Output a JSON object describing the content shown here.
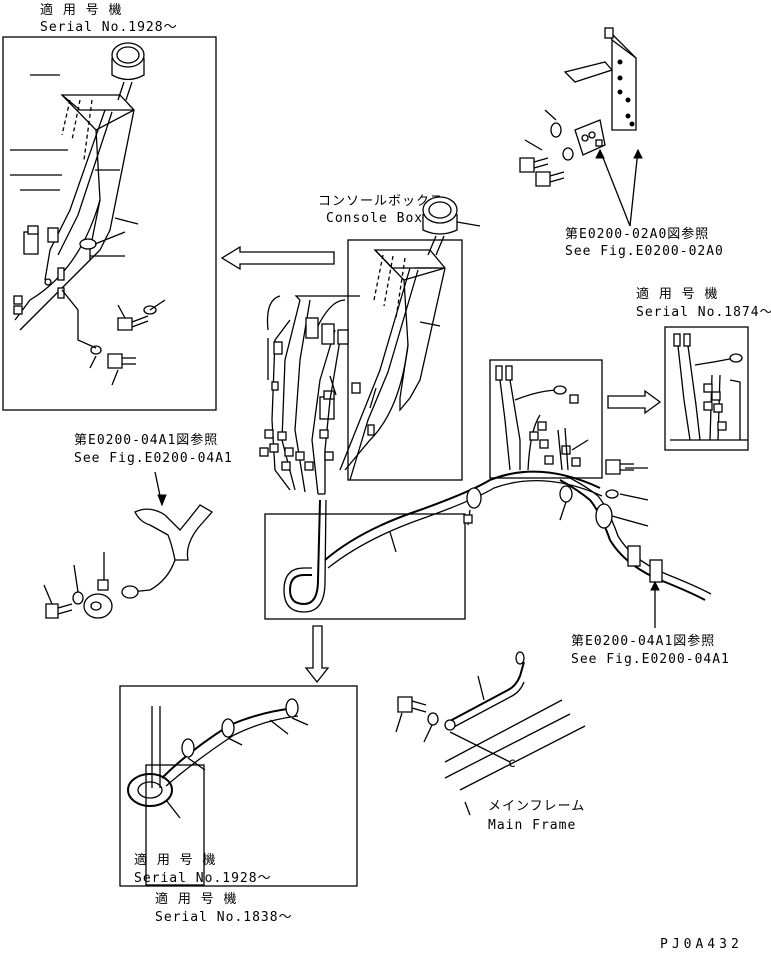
{
  "labels": {
    "serial_1928_top_jp": "適 用 号 機",
    "serial_1928_top_en": "Serial No.1928～",
    "console_box_jp": "コンソールボックス",
    "console_box_en": "Console Box",
    "ref_02a0_jp": "第E0200-02A0図参照",
    "ref_02a0_en": "See Fig.E0200-02A0",
    "serial_1874_jp": "適 用 号 機",
    "serial_1874_en": "Serial No.1874～",
    "ref_04a1_left_jp": "第E0200-04A1図参照",
    "ref_04a1_left_en": "See Fig.E0200-04A1",
    "ref_04a1_right_jp": "第E0200-04A1図参照",
    "ref_04a1_right_en": "See Fig.E0200-04A1",
    "main_frame_jp": "メインフレーム",
    "main_frame_en": "Main Frame",
    "serial_1928_bottom_jp": "適 用 号 機",
    "serial_1928_bottom_en": "Serial No.1928～",
    "serial_1838_jp": "適 用 号 機",
    "serial_1838_en": "Serial No.1838～",
    "frame_mark": "c",
    "drawing_code": "PJ0A432"
  }
}
